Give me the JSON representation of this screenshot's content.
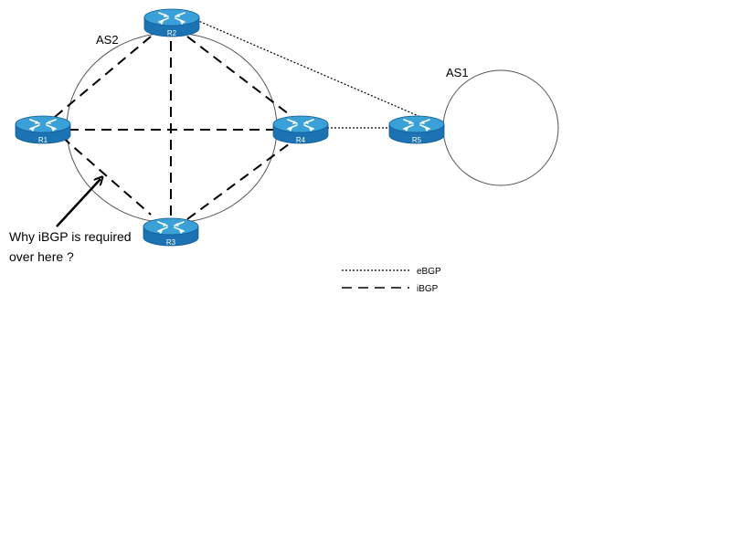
{
  "autonomous_systems": {
    "as2": "AS2",
    "as1": "AS1"
  },
  "routers": {
    "r1": "R1",
    "r2": "R2",
    "r3": "R3",
    "r4": "R4",
    "r5": "R5"
  },
  "annotation": {
    "line1": "Why iBGP is required",
    "line2": "over here ?"
  },
  "legend": {
    "ebgp": "eBGP",
    "ibgp": "iBGP"
  },
  "colors": {
    "router_top": "#3aa0d8",
    "router_side": "#1b73b3",
    "router_edge": "#125a91",
    "router_icon": "#ffffff",
    "line": "#000000"
  },
  "links": {
    "ibgp": [
      [
        "r1",
        "r2"
      ],
      [
        "r1",
        "r3"
      ],
      [
        "r1",
        "r4"
      ],
      [
        "r2",
        "r3"
      ],
      [
        "r2",
        "r4"
      ],
      [
        "r3",
        "r4"
      ]
    ],
    "ebgp": [
      [
        "r2",
        "r5"
      ],
      [
        "r4",
        "r5"
      ]
    ]
  }
}
